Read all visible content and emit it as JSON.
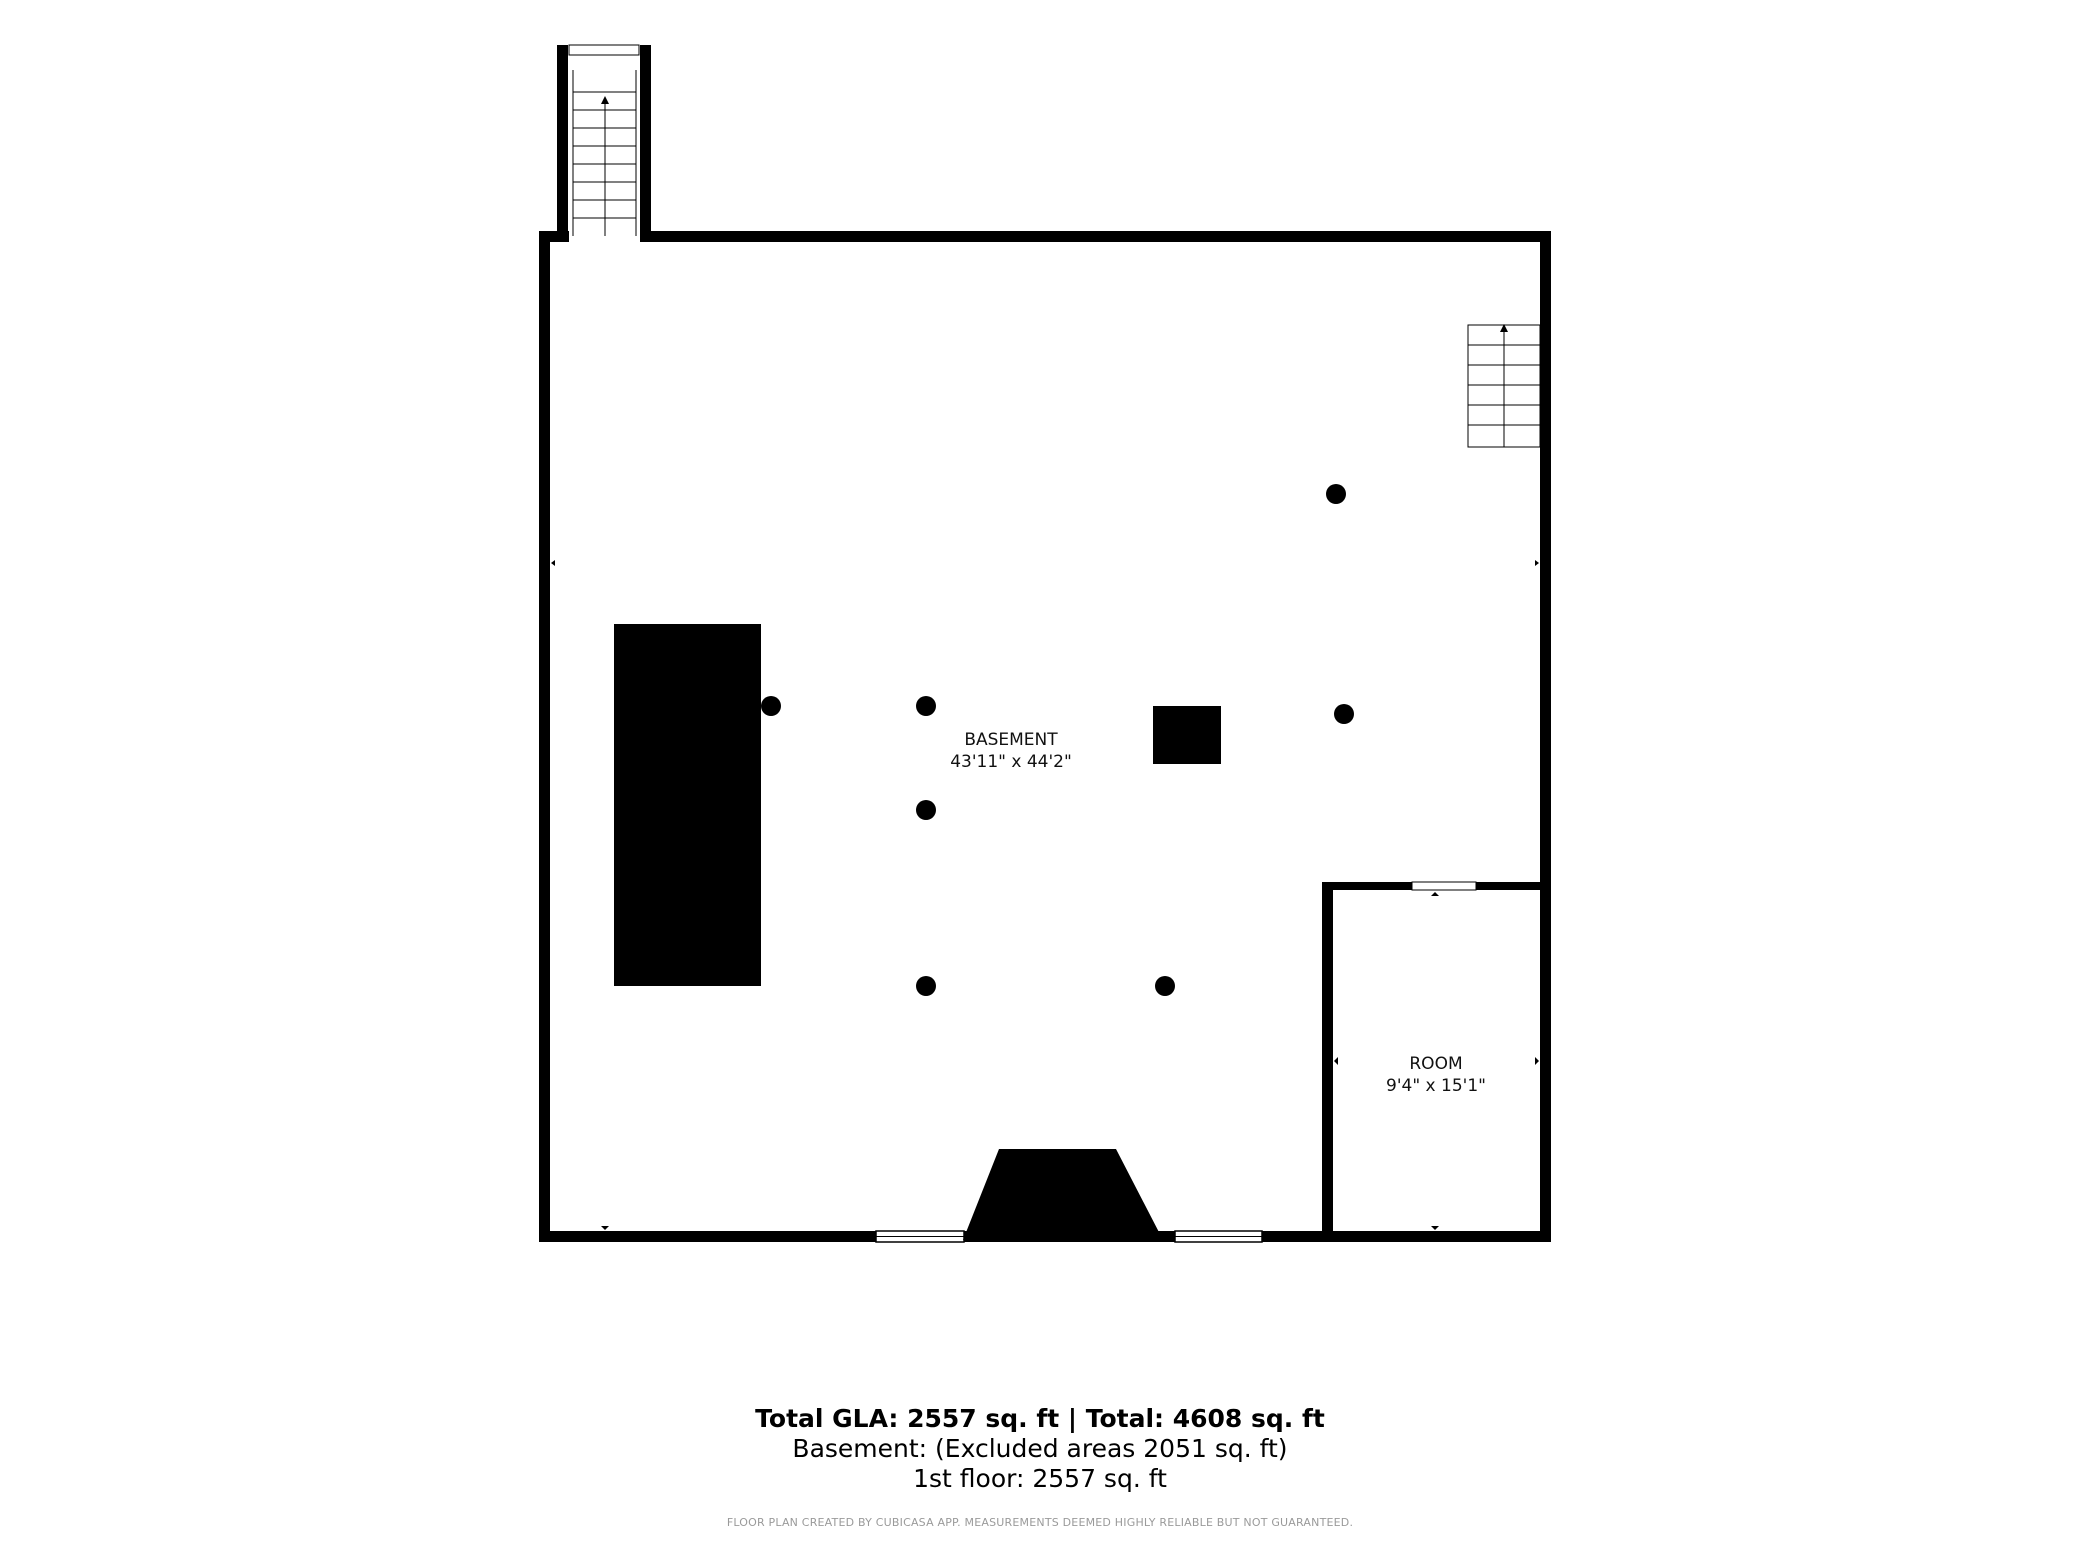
{
  "rooms": {
    "basement": {
      "name": "BASEMENT",
      "dims": "43'11\" x 44'2\""
    },
    "room": {
      "name": "ROOM",
      "dims": "9'4\" x 15'1\""
    }
  },
  "summary": {
    "total_line": "Total GLA: 2557 sq. ft | Total: 4608 sq. ft",
    "basement_line": "Basement: (Excluded areas 2051 sq. ft)",
    "floor_line": "1st floor: 2557 sq. ft"
  },
  "disclaimer": "FLOOR PLAN CREATED BY CUBICASA APP. MEASUREMENTS DEEMED HIGHLY RELIABLE BUT NOT GUARANTEED.",
  "colors": {
    "wall": "#000000",
    "background": "#ffffff",
    "disclaimer": "#9a9a9a"
  }
}
